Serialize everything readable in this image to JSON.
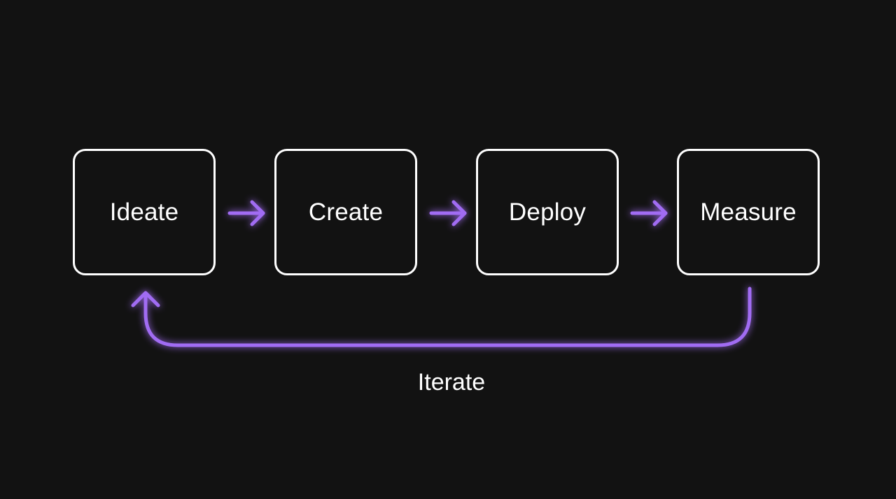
{
  "colors": {
    "background": "#121212",
    "box_border": "#ffffff",
    "text": "#ffffff",
    "arrow": "#a16cf3",
    "arrow_glow": "#8b4fe8"
  },
  "steps": [
    {
      "label": "Ideate"
    },
    {
      "label": "Create"
    },
    {
      "label": "Deploy"
    },
    {
      "label": "Measure"
    }
  ],
  "loop": {
    "label": "Iterate"
  }
}
